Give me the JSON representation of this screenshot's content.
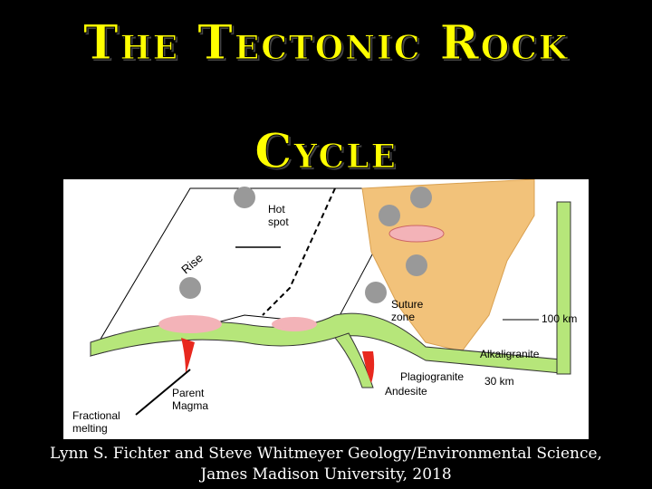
{
  "slide": {
    "title_line1": "The Tectonic Rock",
    "title_line2": "Cycle",
    "credit_line1": "Lynn S. Fichter and Steve Whitmeyer Geology/Environmental Science,",
    "credit_line2": "James Madison University, 2018",
    "title_color": "#ffff00",
    "background_color": "#000000"
  },
  "diagram": {
    "labels": {
      "hot_spot_1": "Hot",
      "hot_spot_2": "spot",
      "rise": "Rise",
      "suture_1": "Suture",
      "suture_2": "zone",
      "depth_100": "100 km",
      "depth_30": "30 km",
      "alkaligranite": "Alkaligranite",
      "plagiogranite": "Plagiogranite",
      "andesite": "Andesite",
      "parent_1": "Parent",
      "parent_2": "Magma",
      "fractional_1": "Fractional",
      "fractional_2": "melting"
    }
  }
}
